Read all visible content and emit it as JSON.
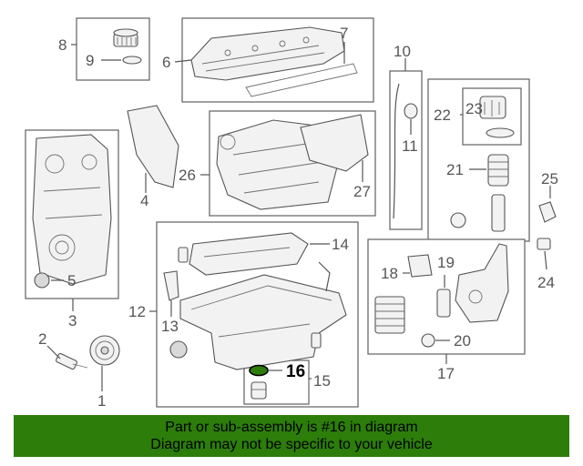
{
  "callouts": {
    "c1": "1",
    "c2": "2",
    "c3": "3",
    "c4": "4",
    "c5": "5",
    "c6": "6",
    "c7": "7",
    "c8": "8",
    "c9": "9",
    "c10": "10",
    "c11": "11",
    "c12": "12",
    "c13": "13",
    "c14": "14",
    "c15": "15",
    "c16": "16",
    "c17": "17",
    "c18": "18",
    "c19": "19",
    "c20": "20",
    "c21": "21",
    "c22": "22",
    "c23": "23",
    "c24": "24",
    "c25": "25",
    "c26": "26",
    "c27": "27"
  },
  "highlight": {
    "part_number": "16",
    "color": "#2d7d0a"
  },
  "banner": {
    "line1": "Part or sub-assembly is #16 in diagram",
    "line2": "Diagram may not be specific to your vehicle",
    "background": "#2d7d0a"
  }
}
